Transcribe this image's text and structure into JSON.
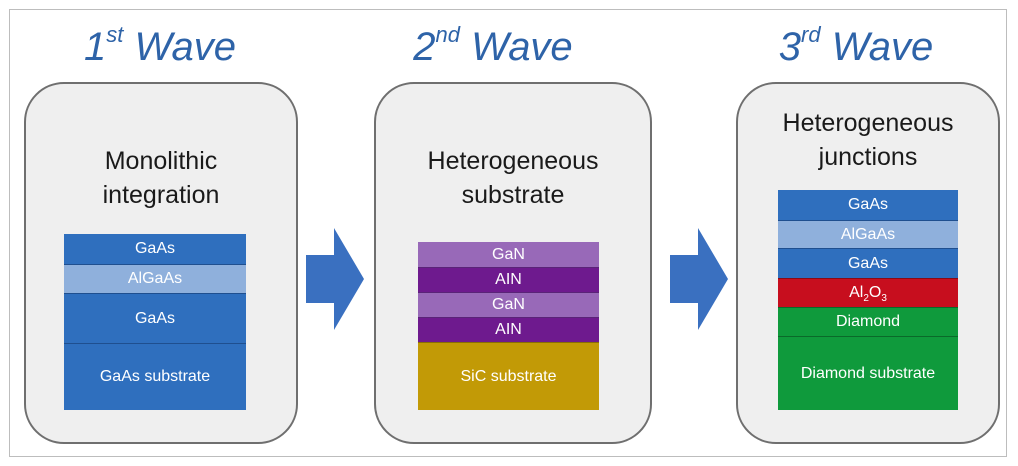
{
  "colors": {
    "title_blue": "#2e63a8",
    "arrow_blue": "#3a70c0",
    "gaas": "#2f6fbe",
    "algaas": "#8fb0dc",
    "gan": "#9869b8",
    "ain": "#6e1a8e",
    "sic": "#c29a06",
    "al2o3": "#c70e1e",
    "diamond": "#0f9a3c"
  },
  "waves": [
    {
      "ordinal": "1",
      "suffix": "st",
      "word": "Wave",
      "title_lines": [
        "Monolithic",
        "integration"
      ],
      "layers": [
        {
          "label": "GaAs",
          "color_key": "gaas"
        },
        {
          "label": "AlGaAs",
          "color_key": "algaas"
        },
        {
          "label": "GaAs",
          "color_key": "gaas"
        },
        {
          "label": "GaAs substrate",
          "color_key": "gaas"
        }
      ]
    },
    {
      "ordinal": "2",
      "suffix": "nd",
      "word": "Wave",
      "title_lines": [
        "Heterogeneous",
        "substrate"
      ],
      "layers": [
        {
          "label": "GaN",
          "color_key": "gan"
        },
        {
          "label": "AIN",
          "color_key": "ain"
        },
        {
          "label": "GaN",
          "color_key": "gan"
        },
        {
          "label": "AIN",
          "color_key": "ain"
        },
        {
          "label": "SiC substrate",
          "color_key": "sic"
        }
      ]
    },
    {
      "ordinal": "3",
      "suffix": "rd",
      "word": "Wave",
      "title_lines": [
        "Heterogeneous",
        "junctions"
      ],
      "layers": [
        {
          "label": "GaAs",
          "color_key": "gaas"
        },
        {
          "label": "AlGaAs",
          "color_key": "algaas"
        },
        {
          "label": "GaAs",
          "color_key": "gaas"
        },
        {
          "label": "Al",
          "sub1": "2",
          "label2": "O",
          "sub2": "3",
          "color_key": "al2o3"
        },
        {
          "label": "Diamond",
          "color_key": "diamond"
        },
        {
          "label": "Diamond substrate",
          "color_key": "diamond"
        }
      ]
    }
  ]
}
